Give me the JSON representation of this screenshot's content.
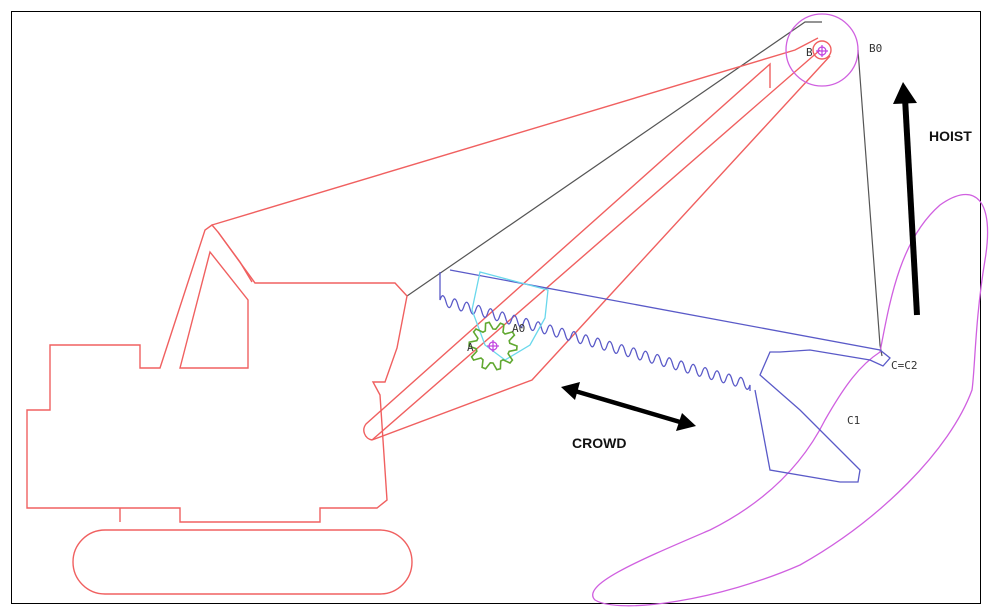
{
  "colors": {
    "machine": "#f06060",
    "stick": "#5a5ac8",
    "bucket_path": "#d060e0",
    "pinion": "#60a830",
    "saddle": "#6ad8ec",
    "rope": "#555555",
    "pin": "#c040e0",
    "arrow": "#000000"
  },
  "labels": {
    "hoist": "HOIST",
    "crowd": "CROWD",
    "point_b": "B",
    "point_b0": "B0",
    "point_a": "A",
    "point_a0": "A0",
    "point_c": "C=C2",
    "point_c1": "C1"
  }
}
